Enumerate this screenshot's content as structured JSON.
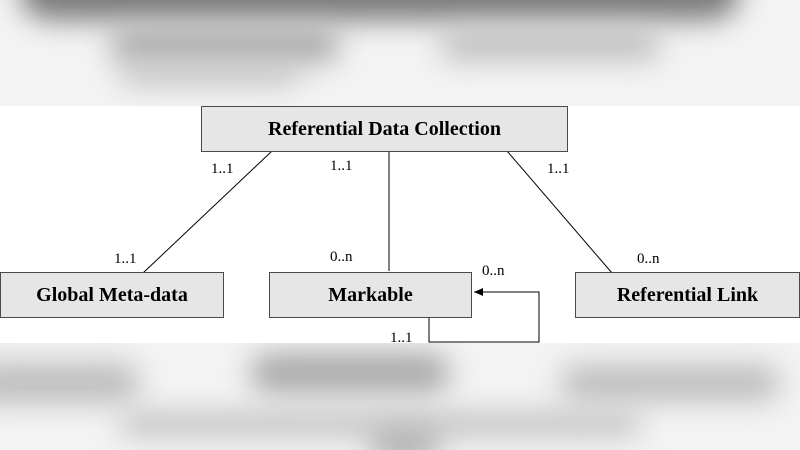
{
  "diagram": {
    "entities": {
      "collection": "Referential Data Collection",
      "metadata": "Global Meta-data",
      "markable": "Markable",
      "link": "Referential Link"
    },
    "multiplicities": {
      "collection_metadata_top": "1..1",
      "collection_metadata_bottom": "1..1",
      "collection_markable_top": "1..1",
      "collection_markable_bottom": "0..n",
      "collection_link_top": "1..1",
      "collection_link_bottom": "0..n",
      "markable_self_target": "0..n",
      "markable_self_source": "1..1"
    },
    "colors": {
      "box_fill": "#e6e6e6",
      "box_border": "#4a4a4a",
      "line": "#000000"
    }
  }
}
